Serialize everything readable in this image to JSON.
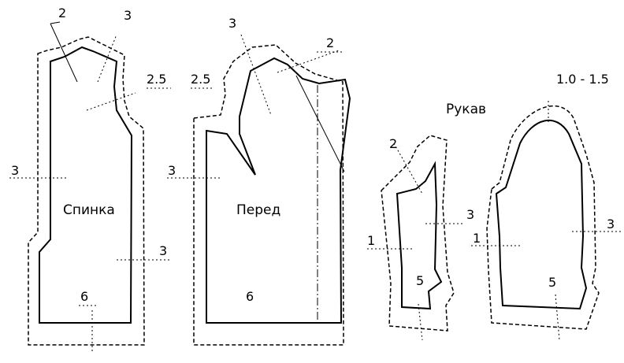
{
  "pieces": {
    "back": {
      "name": "Спинка",
      "allowances": {
        "shoulder_top": "2",
        "shoulder_side": "3",
        "armhole": "2.5",
        "side_left": "3",
        "side_right": "3",
        "hem": "6"
      }
    },
    "front": {
      "name": "Перед",
      "allowances": {
        "neck": "3",
        "shoulder": "2",
        "armhole": "2.5",
        "side": "3",
        "hem": "6"
      }
    },
    "sleeve": {
      "name": "Рукав",
      "allowances": {
        "cap": "1.0 - 1.5"
      },
      "part_left": {
        "top": "2",
        "left": "1",
        "right": "3",
        "hem": "5"
      },
      "part_right": {
        "left": "1",
        "right": "3",
        "hem": "5"
      }
    }
  }
}
